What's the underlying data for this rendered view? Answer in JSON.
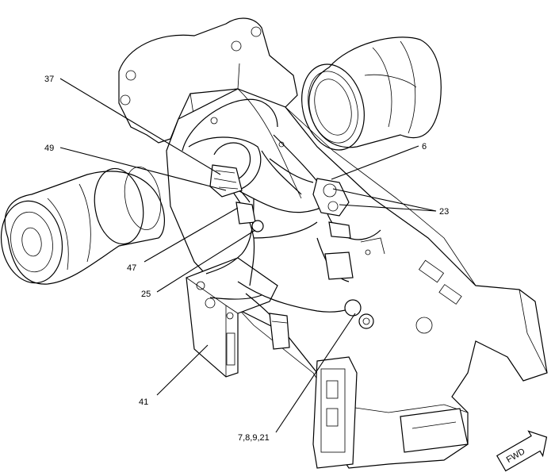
{
  "callouts": [
    {
      "id": "c37",
      "text": "37"
    },
    {
      "id": "c49",
      "text": "49"
    },
    {
      "id": "c6",
      "text": "6"
    },
    {
      "id": "c23",
      "text": "23"
    },
    {
      "id": "c47",
      "text": "47"
    },
    {
      "id": "c25",
      "text": "25"
    },
    {
      "id": "c41",
      "text": "41"
    },
    {
      "id": "c7",
      "text": "7,8,9,21"
    }
  ],
  "direction_marker": {
    "text": "FWD",
    "icon": "forward-arrow-icon"
  }
}
